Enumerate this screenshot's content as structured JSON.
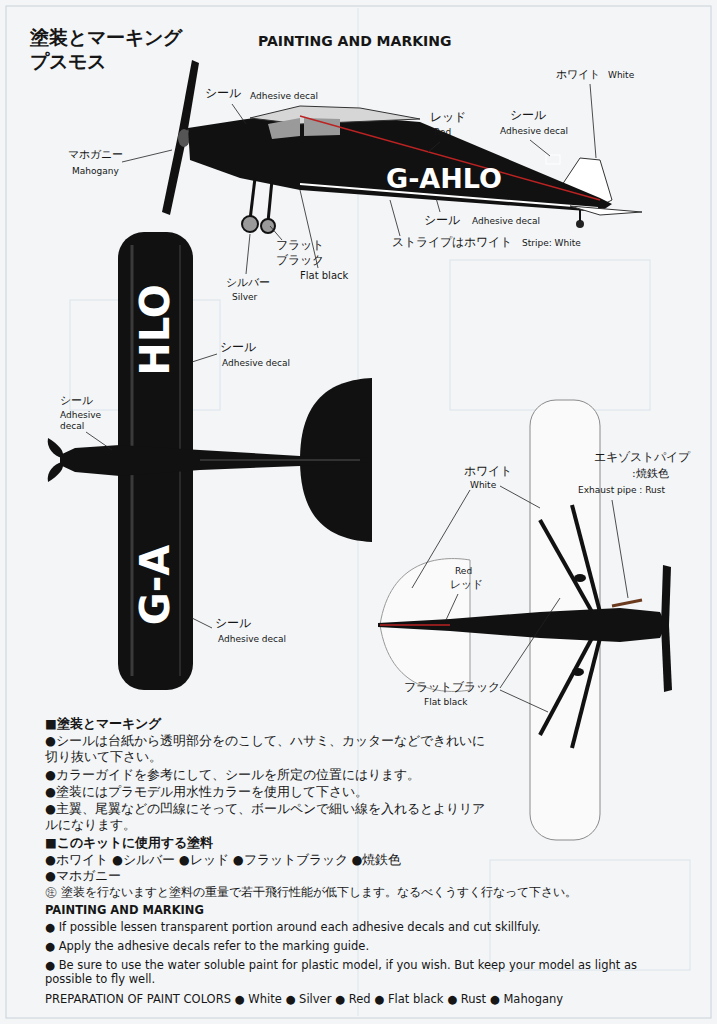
{
  "diagram": {
    "title": "塗装とマーキング",
    "labels": [
      "プスモス",
      "PAINTING AND MARKING",
      "シール",
      "Adhesive decal",
      "マホガニー",
      "Mahogany",
      "レッド",
      "Red",
      "シール",
      "Adhesive decal",
      "ホワイト",
      "White",
      "G-AHLO",
      "シール",
      "Adhesive decal",
      "フラット ブラック",
      "Flat black",
      "シルバー",
      "Silver",
      "ストライプはホワイト",
      "Stripe: White",
      "シール",
      "Adhesive decal",
      "シール",
      "Adhesive decal",
      "シール",
      "Adhesive decal",
      "HLO",
      "G-A",
      "ホワイト",
      "White",
      "Red",
      "レッド",
      "エキゾストパイプ",
      ":焼鉄色",
      "Exhaust pipe : Rust",
      "フラットブラック",
      "Flat black",
      "■塗装とマーキング",
      "●シールは台紙から透明部分をのこして、ハサミ、カッターなどできれいに切り抜いて下さい。",
      "●カラーガイドを参考にして、シールを所定の位置にはります。",
      "●塗装にはプラモデル用水性カラーを使用して下さい。",
      "●主翼、尾翼などの凹線にそって、ボールペンで細い線を入れるとよりリアルになります。",
      "■このキットに使用する塗料",
      "●ホワイト ●シルバー ●レッド ●フラットブラック ●焼鉄色",
      "●マホガニー",
      "㊟ 塗装を行ないますと塗料の重量で若干飛行性能が低下します。なるべくうすく行なって下さい。",
      "PAINTING AND MARKING",
      "● If possible lessen transparent portion around each adhesive decals and cut skillfuly.",
      "● Apply the adhesive decals refer to the marking guide.",
      "● Be sure to use the water soluble paint for plastic model, if you wish. But keep your model as light as possible to fly well.",
      "PREPARATION OF PAINT COLORS ● White ● Silver ● Red ● Flat black ● Rust ● Mahogany"
    ]
  }
}
